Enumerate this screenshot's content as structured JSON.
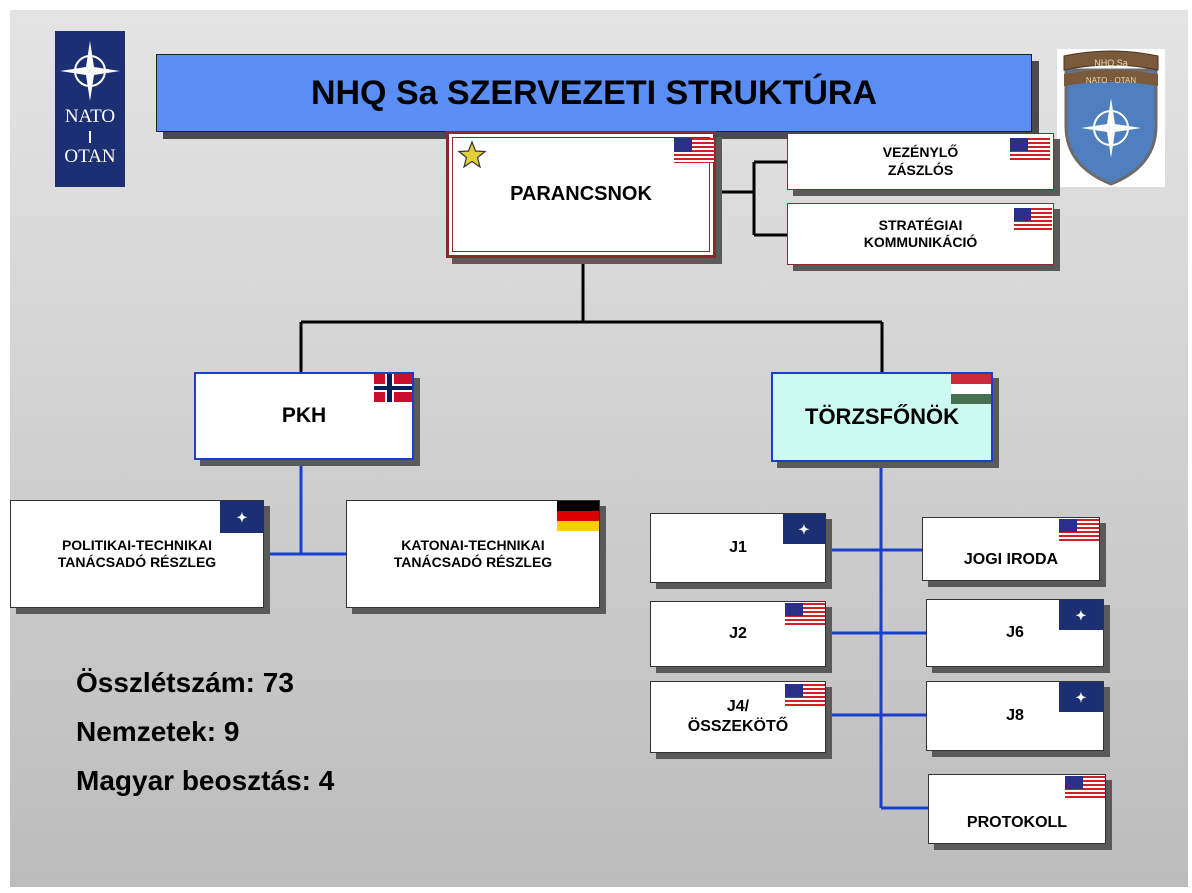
{
  "title": "NHQ Sa SZERVEZETI STRUKTÚRA",
  "logo_left": {
    "line1": "NATO",
    "line2": "OTAN",
    "icon": "nato-compass-rose"
  },
  "logo_right": {
    "top_text": "NHQ Sa",
    "ribbon_text": "NATO · OTAN",
    "icon": "nato-compass-rose-shield"
  },
  "units": {
    "commander": {
      "label": "PARANCSNOK",
      "badge": "star-icon",
      "flag": "usa"
    },
    "sergeant_major": {
      "line1": "VEZÉNYLŐ",
      "line2": "ZÁSZLÓS",
      "flag": "usa"
    },
    "stratcom": {
      "line1": "STRATÉGIAI",
      "line2": "KOMMUNIKÁCIÓ",
      "flag": "usa"
    },
    "pkh": {
      "label": "PKH",
      "flag": "norway"
    },
    "chief_of_staff": {
      "label": "TÖRZSFŐNÖK",
      "flag": "hungary"
    },
    "pol_tech": {
      "line1": "POLITIKAI-TECHNIKAI",
      "line2": "TANÁCSADÓ RÉSZLEG",
      "flag": "nato"
    },
    "mil_tech": {
      "line1": "KATONAI-TECHNIKAI",
      "line2": "TANÁCSADÓ RÉSZLEG",
      "flag": "germany"
    },
    "j1": {
      "label": "J1",
      "flag": "nato"
    },
    "j2": {
      "label": "J2",
      "flag": "usa"
    },
    "j4": {
      "line1": "J4/",
      "line2": "ÖSSZEKÖTŐ",
      "flag": "usa"
    },
    "legal": {
      "label": "JOGI IRODA",
      "flag": "usa"
    },
    "j6": {
      "label": "J6",
      "flag": "nato"
    },
    "j8": {
      "label": "J8",
      "flag": "nato"
    },
    "protocol": {
      "label": "PROTOKOLL",
      "flag": "usa"
    }
  },
  "stats": {
    "total": "Összlétszám: 73",
    "nations": "Nemzetek: 9",
    "hungarian_posts": "Magyar beosztás: 4"
  },
  "colors": {
    "title_bar": "#5b8ef5",
    "commander_border": "#8b2a2a",
    "staff_border": "#1a3fd0",
    "chief_of_staff_fill": "#ccfaf0",
    "connector_black": "#000000",
    "connector_blue": "#1a3fd0",
    "nato_blue": "#1d2f73"
  }
}
